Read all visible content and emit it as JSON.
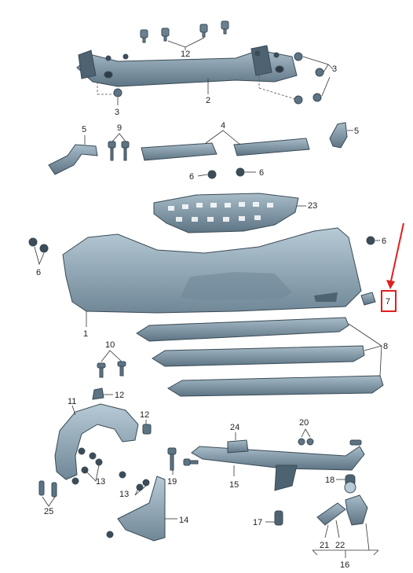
{
  "callouts": {
    "c1": "1",
    "c2": "2",
    "c3": "3",
    "c4": "4",
    "c5a": "5",
    "c5b": "5",
    "c6a": "6",
    "c6b": "6",
    "c6c": "6",
    "c6d": "6",
    "c7": "7",
    "c8": "8",
    "c9": "9",
    "c10": "10",
    "c11": "11",
    "c12a": "12",
    "c12b": "12",
    "c12c": "12",
    "c13a": "13",
    "c13b": "13",
    "c14": "14",
    "c15": "15",
    "c16": "16",
    "c17": "17",
    "c18": "18",
    "c19": "19",
    "c20": "20",
    "c21": "21",
    "c22": "22",
    "c23": "23",
    "c24": "24",
    "c25": "25"
  },
  "colors": {
    "part_fill": "#8fa8b8",
    "part_dark": "#4e6372",
    "part_light": "#b7cad6",
    "highlight": "#e02020"
  }
}
